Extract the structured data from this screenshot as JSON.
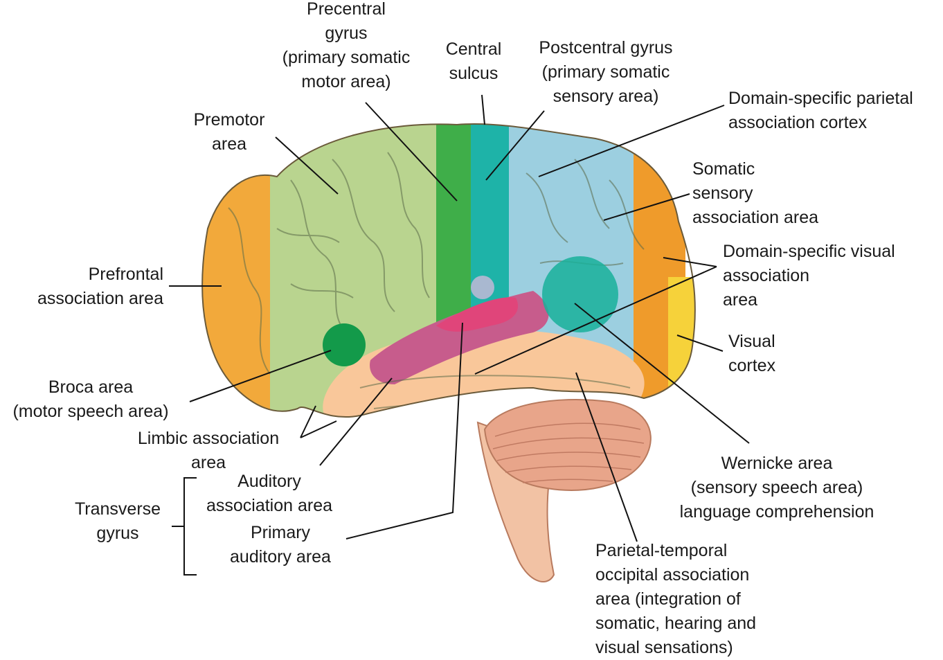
{
  "colors": {
    "prefrontal": "#f2a93b",
    "premotor": "#b9d48f",
    "primary_motor": "#3fae49",
    "somatic_sensory": "#1eb3a8",
    "parietal_association": "#9ccfe0",
    "visual_association": "#ef9b2b",
    "visual_cortex": "#f6d23a",
    "temporal": "#f9c79a",
    "auditory": "#c75c8c",
    "primary_auditory": "#e0457a",
    "broca": "#139a4a",
    "wernicke": "#19b09a",
    "cerebellum": "#e8a58a",
    "brainstem": "#f2c2a4",
    "leader_line": "#111111"
  },
  "labels": {
    "precentral": [
      "Precentral",
      "gyrus",
      "(primary somatic",
      "motor area)"
    ],
    "central_sulcus": [
      "Central",
      "sulcus"
    ],
    "postcentral": [
      "Postcentral gyrus",
      "(primary somatic",
      "sensory area)"
    ],
    "domain_parietal": [
      "Domain-specific parietal",
      "association cortex"
    ],
    "premotor": [
      "Premotor",
      "area"
    ],
    "somatic_sensory_assoc": [
      "Somatic",
      "sensory",
      "association area"
    ],
    "prefrontal": [
      "Prefrontal",
      "association area"
    ],
    "domain_visual": [
      "Domain-specific visual",
      "association",
      "area"
    ],
    "visual_cortex": [
      "Visual",
      "cortex"
    ],
    "broca": [
      "Broca area",
      "(motor speech area)"
    ],
    "limbic": [
      "Limbic association",
      "area"
    ],
    "auditory_assoc": [
      "Auditory",
      "association area"
    ],
    "transverse": [
      "Transverse",
      "gyrus"
    ],
    "primary_auditory": [
      "Primary",
      "auditory area"
    ],
    "wernicke": [
      "Wernicke area",
      "(sensory speech area)",
      "language comprehension"
    ],
    "parietal_temporal": [
      "Parietal-temporal",
      "occipital association",
      "area (integration of",
      "somatic, hearing and",
      "visual sensations)"
    ]
  }
}
